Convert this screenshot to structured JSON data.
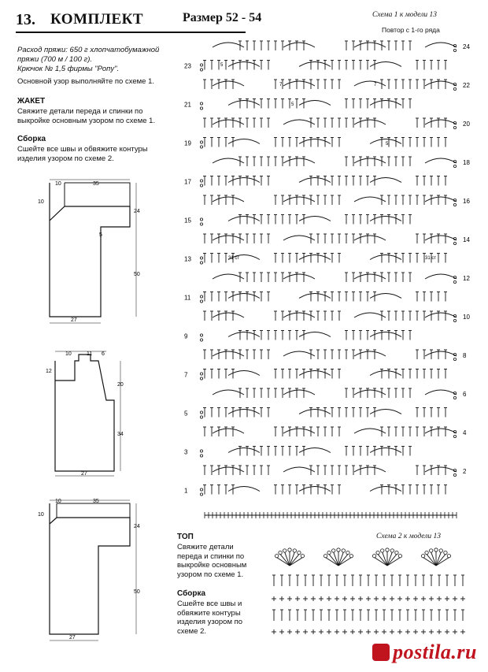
{
  "header": {
    "number": "13.",
    "title": "КОМПЛЕКТ",
    "size": "Размер 52 - 54"
  },
  "materials": {
    "yarn": "Расход пряжи: 650 г хлопчатобумажной пряжи (700 м / 100 г).",
    "hook": "Крючок № 1,5 фирмы \"Ропу\".",
    "pattern": "Основной узор выполняйте по схеме 1."
  },
  "jacket": {
    "heading": "ЖАКЕТ",
    "text": "Свяжите детали переда и спинки по выкройке основным узором по схеме 1."
  },
  "assembly1": {
    "heading": "Сборка",
    "text": "Сшейте все швы и обвяжите контуры изделия узором по схеме 2."
  },
  "top": {
    "heading": "ТОП",
    "text": "Свяжите детали переда и спинки по выкройке основным узором по схеме 1."
  },
  "assembly2": {
    "heading": "Сборка",
    "text": "Сшейте все швы и обвяжите контуры изделия узором по схеме 2."
  },
  "scheme1": {
    "title": "Схема 1 к модели 13",
    "repeat": "Повтор с 1-го ряда",
    "rows_right": [
      "24",
      "22",
      "20",
      "18",
      "16",
      "14",
      "12",
      "10",
      "8",
      "6",
      "4",
      "2"
    ],
    "rows_left": [
      "23",
      "21",
      "19",
      "17",
      "15",
      "13",
      "11",
      "9",
      "7",
      "5",
      "3",
      "1"
    ],
    "chain_label_5": "5",
    "chain_label_7": "7",
    "chain_label_31": "31 ст"
  },
  "scheme2": {
    "title": "Схема 2 к модели 13"
  },
  "pattern1": {
    "d10": "10",
    "d35": "35",
    "d10b": "10",
    "d24": "24",
    "d5": "5",
    "d50": "50",
    "d27": "27"
  },
  "pattern2": {
    "d10": "10",
    "d11": "11",
    "d6": "6",
    "d12": "12",
    "d20": "20",
    "d34": "34",
    "d27": "27"
  },
  "pattern3": {
    "d10": "10",
    "d35": "35",
    "d10b": "10",
    "d24": "24",
    "d50": "50",
    "d27": "27"
  },
  "watermark": "postila.ru"
}
